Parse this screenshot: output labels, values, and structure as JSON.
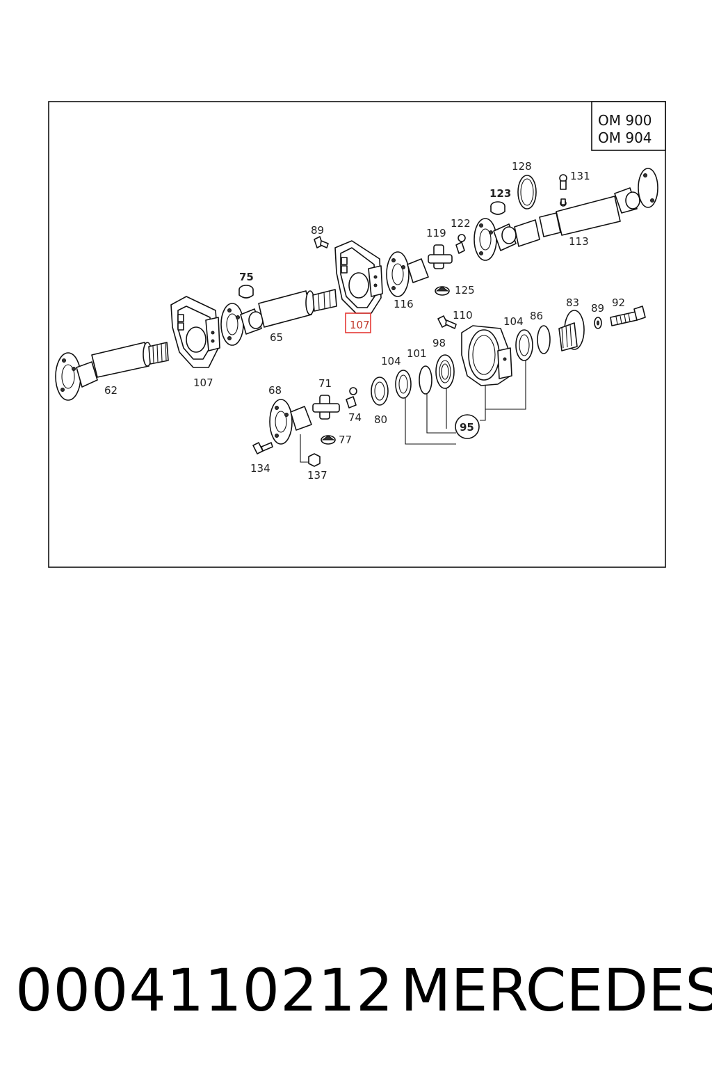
{
  "engine_models": [
    "OM 900",
    "OM 904"
  ],
  "parts": {
    "p62": "62",
    "p107a": "107",
    "p65": "65",
    "p75": "75",
    "p89a": "89",
    "p107b": "107",
    "p116": "116",
    "p119": "119",
    "p122": "122",
    "p125": "125",
    "p123": "123",
    "p128": "128",
    "p131": "131",
    "p113": "113",
    "p110": "110",
    "p104a": "104",
    "p86": "86",
    "p83": "83",
    "p89b": "89",
    "p92": "92",
    "p104b": "104",
    "p101": "101",
    "p98": "98",
    "p80": "80",
    "p95": "95",
    "p68": "68",
    "p71": "71",
    "p74": "74",
    "p77": "77",
    "p134": "134",
    "p137": "137"
  },
  "highlighted_part": "107",
  "highlight_color": "#e53935",
  "footer": {
    "part_number": "0004110212",
    "brand": "MERCEDES"
  }
}
